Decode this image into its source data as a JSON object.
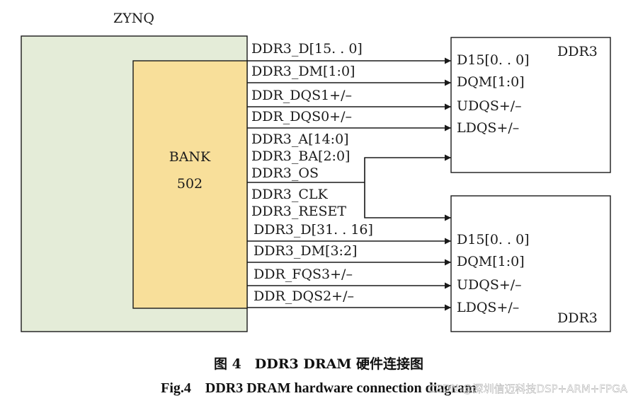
{
  "title": "ZYNQ",
  "bank": {
    "name": "BANK",
    "number": "502"
  },
  "chips": {
    "top": "DDR3",
    "bottom": "DDR3"
  },
  "signals_top": [
    "DDR3_D[15. . 0]",
    "DDR3_DM[1:0]",
    "DDR_DQS1+/–",
    "DDR_DQS0+/–"
  ],
  "signals_shared": [
    "DDR3_A[14:0]",
    "DDR3_BA[2:0]",
    "DDR3_OS",
    "DDR3_CLK",
    "DDR3_RESET"
  ],
  "signals_bottom": [
    "DDR3_D[31. . 16]",
    "DDR3_DM[3:2]",
    "DDR_FQS3+/–",
    "DDR_DQS2+/–"
  ],
  "pins_top": [
    "D15[0. . 0]",
    "DQM[1:0]",
    "UDQS+/–",
    "LDQS+/–"
  ],
  "pins_bottom": [
    "D15[0. . 0]",
    "DQM[1:0]",
    "UDQS+/–",
    "LDQS+/–"
  ],
  "caption_cn": "图 4　DDR3 DRAM 硬件连接图",
  "caption_en": "Fig.4　DDR3 DRAM hardware connection diagram",
  "watermark": "CSDN @深圳信迈科技DSP+ARM+FPGA",
  "colors": {
    "zynq_fill": "#e4ecd8",
    "bank_fill": "#f8df9a",
    "line": "#1a1a1a",
    "chip_fill": "#ffffff"
  }
}
